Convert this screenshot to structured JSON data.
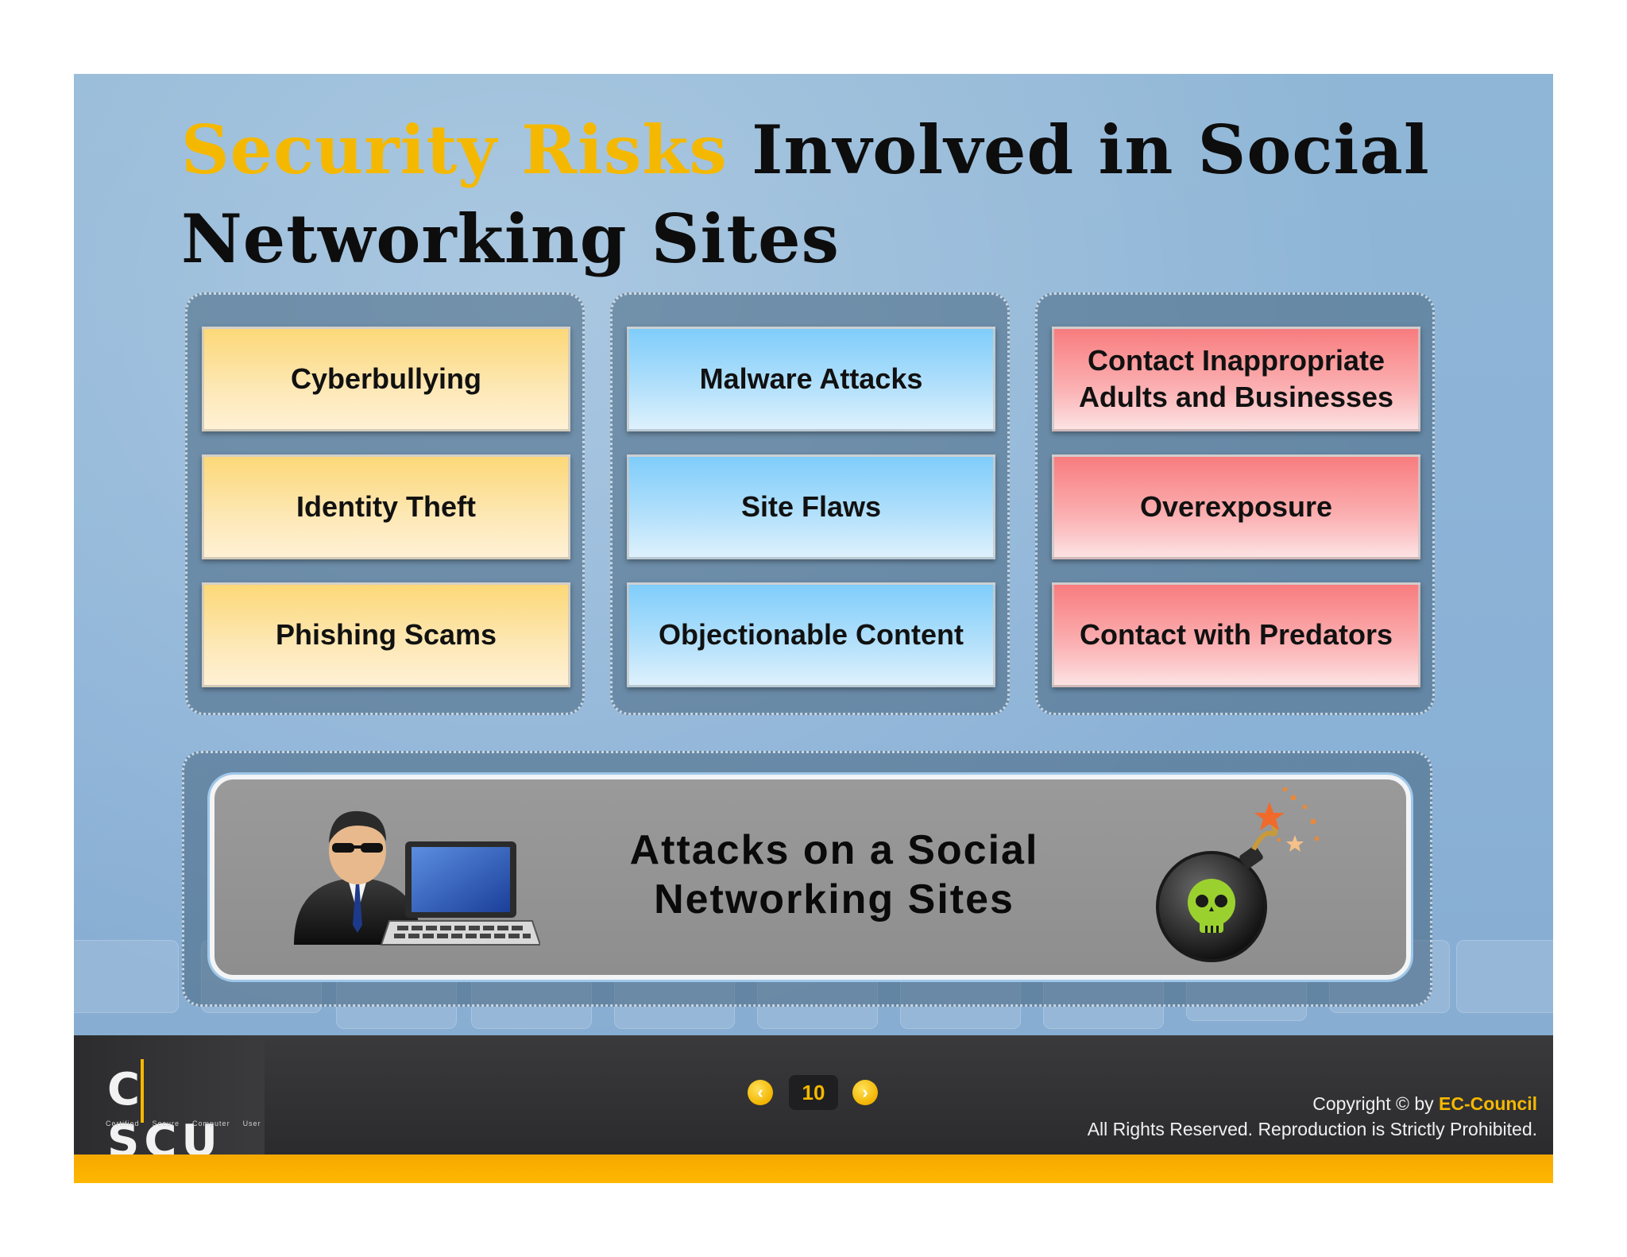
{
  "title": {
    "highlight": "Security Risks",
    "rest_line1": " Involved in Social",
    "line2": "Networking Sites"
  },
  "groups": [
    {
      "color": "#fde8b6",
      "items": [
        "Cyberbullying",
        "Identity Theft",
        "Phishing Scams"
      ]
    },
    {
      "color": "#b5e1fb",
      "items": [
        "Malware Attacks",
        "Site Flaws",
        "Objectionable Content"
      ]
    },
    {
      "color": "#fbb1b3",
      "items": [
        "Contact Inappropriate Adults and Businesses",
        "Overexposure",
        "Contact with Predators"
      ]
    }
  ],
  "attack_panel": {
    "line1": "Attacks on a Social",
    "line2": "Networking Sites"
  },
  "footer": {
    "logo": {
      "left": "C",
      "right": "SCU",
      "sub": [
        "Certified",
        "Secure",
        "Computer",
        "User"
      ]
    },
    "page_number": "10",
    "prev_icon": "chevron-left-icon",
    "next_icon": "chevron-right-icon",
    "copyright_prefix": "Copyright © by ",
    "brand": "EC-Council",
    "rights": "All Rights Reserved. Reproduction is Strictly Prohibited."
  },
  "colors": {
    "accent": "#f5b800",
    "footer_bg": "#2b2b2d",
    "footer_strip": "#ffb700"
  }
}
